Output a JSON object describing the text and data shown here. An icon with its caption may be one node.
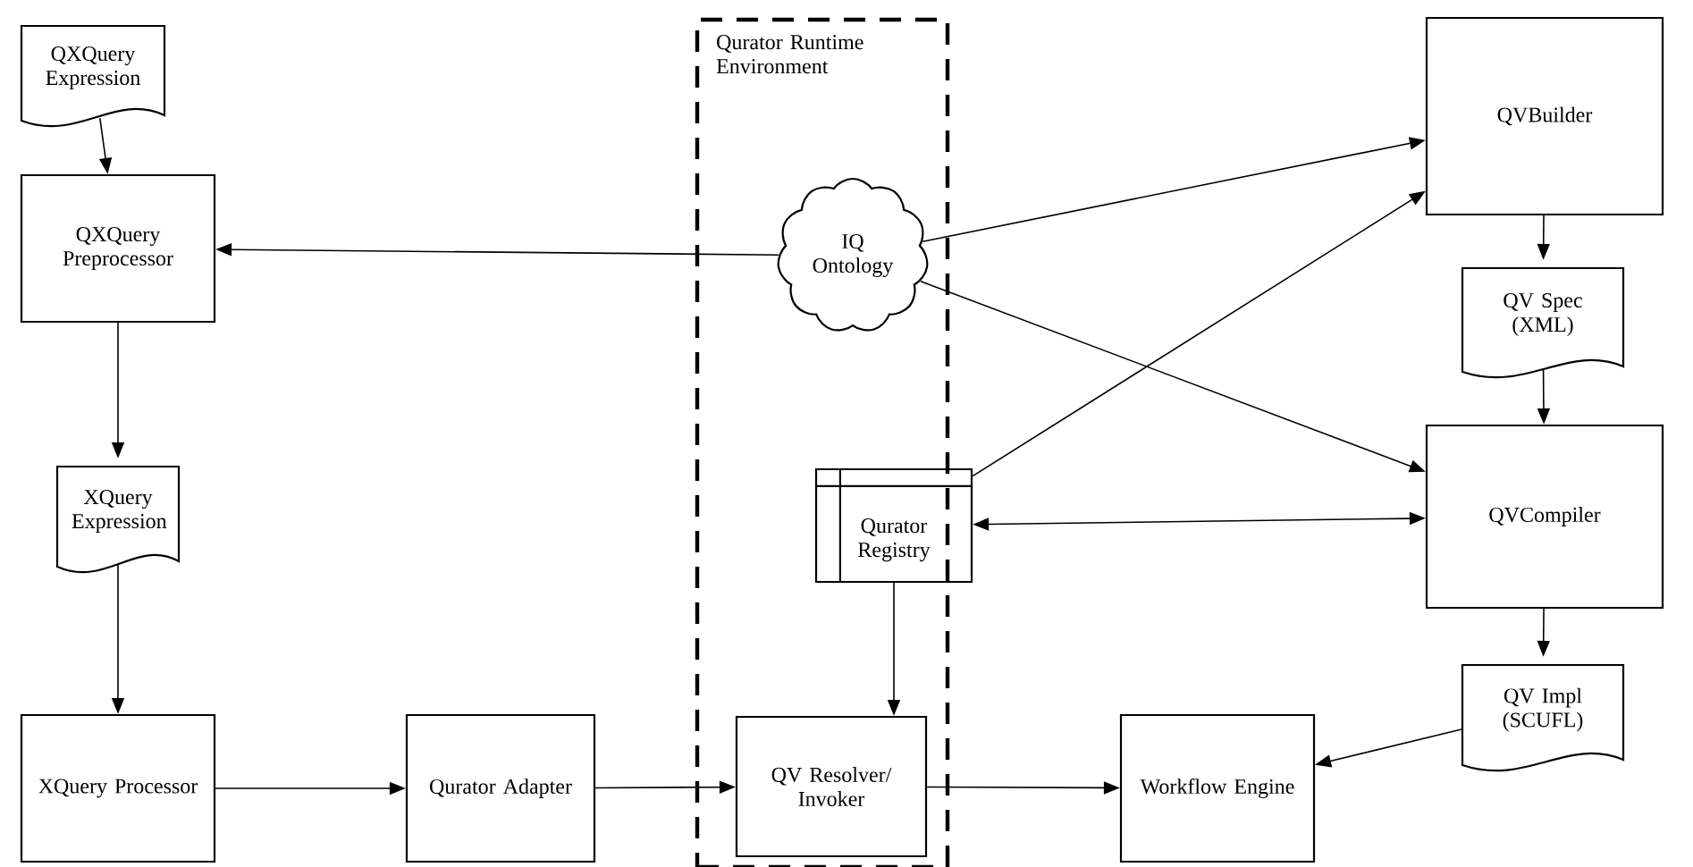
{
  "diagram": {
    "nodes": [
      {
        "text": [
          "QXQuery Expression"
        ]
      },
      {
        "text": [
          "QXQuery Preprocessor"
        ]
      },
      {
        "text": [
          "XQuery Expression"
        ]
      },
      {
        "text": [
          "XQuery Processor"
        ]
      },
      {
        "text": [
          "Qurator Adapter"
        ]
      },
      {
        "text": [
          "Qurator Runtime Environment"
        ]
      },
      {
        "text": [
          "IQ Ontology"
        ],
        "in": 5
      },
      {
        "text": [
          "Qurator Registry"
        ],
        "in": 5
      },
      {
        "text": [
          "QV Resolver/ Invoker"
        ],
        "in": 5
      },
      {
        "text": [
          "Workflow Engine"
        ]
      },
      {
        "text": [
          "QVBuilder"
        ]
      },
      {
        "text": [
          "QV Spec (XML)"
        ]
      },
      {
        "text": [
          "QVCompiler"
        ]
      },
      {
        "text": [
          "QV Impl (SCUFL)"
        ]
      }
    ],
    "edges": [
      {
        "from": 0,
        "to": 1,
        "arrow": "to"
      },
      {
        "from": 6,
        "to": 1,
        "arrow": "to"
      },
      {
        "from": 1,
        "to": 2,
        "arrow": "to"
      },
      {
        "from": 2,
        "to": 3,
        "arrow": "to"
      },
      {
        "from": 3,
        "to": 4,
        "arrow": "to"
      },
      {
        "from": 4,
        "to": 8,
        "arrow": "to"
      },
      {
        "from": 8,
        "to": 9,
        "arrow": "to"
      },
      {
        "from": 13,
        "to": 9,
        "arrow": "to"
      },
      {
        "from": 7,
        "to": 8,
        "arrow": "to"
      },
      {
        "from": 6,
        "to": 10,
        "arrow": "to"
      },
      {
        "from": 7,
        "to": 10,
        "arrow": "to"
      },
      {
        "from": 10,
        "to": 11,
        "arrow": "to"
      },
      {
        "from": 11,
        "to": 12,
        "arrow": "to"
      },
      {
        "from": 6,
        "to": 12,
        "arrow": "to"
      },
      {
        "from": 7,
        "to": 12,
        "arrow": "both"
      },
      {
        "from": 12,
        "to": 13,
        "arrow": "to"
      }
    ]
  }
}
